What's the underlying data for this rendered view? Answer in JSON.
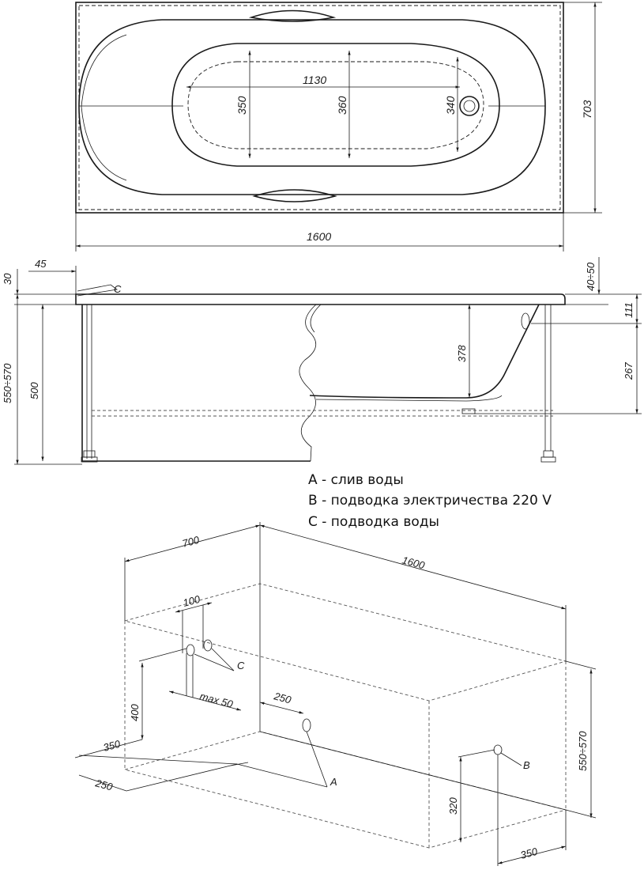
{
  "top_view": {
    "length": "1600",
    "width": "703",
    "inner_length": "1130",
    "inner_w1": "350",
    "inner_w2": "360",
    "inner_w3": "340"
  },
  "side_view": {
    "rim_height": "30",
    "rim_overhang": "45",
    "rim_right": "40÷50",
    "total_height": "550÷570",
    "panel_height": "500",
    "depth": "378",
    "drain_top": "111",
    "drain_bottom": "267",
    "label_c": "C"
  },
  "legend": [
    "A - слив воды",
    "B - подводка электричества 220 V",
    "C - подводка воды"
  ],
  "iso_view": {
    "width": "700",
    "length": "1600",
    "water_spacing": "100",
    "water_max": "max 50",
    "water_height": "400",
    "drain_offset": "250",
    "left_350": "350",
    "left_250": "250",
    "height": "550÷570",
    "elec_height": "320",
    "elec_offset": "350",
    "label_a": "A",
    "label_b": "B",
    "label_c": "C"
  }
}
